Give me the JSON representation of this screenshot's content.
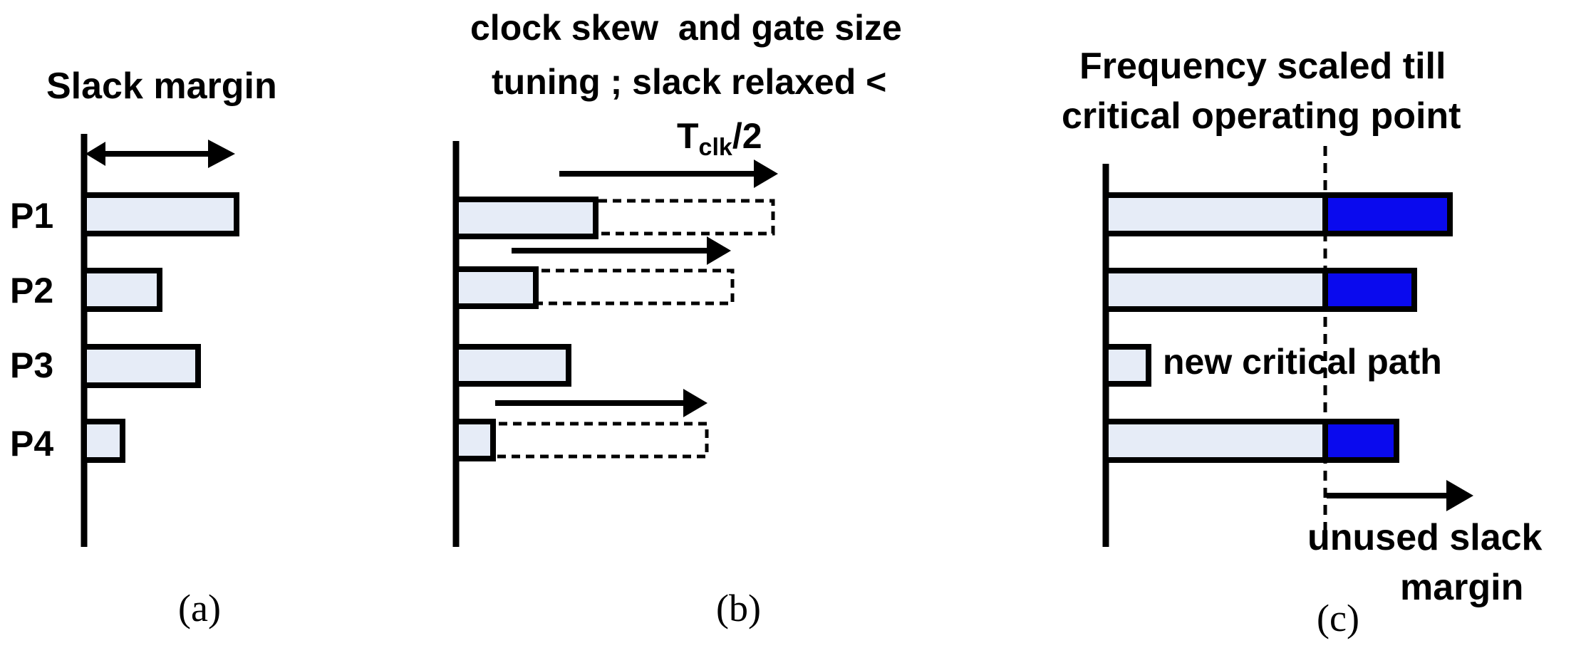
{
  "colors": {
    "bar_fill": "#e6ecf7",
    "slack_fill": "#0a0aee",
    "stroke": "#000000",
    "background": "#ffffff"
  },
  "panel_a": {
    "title": "Slack margin",
    "caption": "(a)",
    "paths": [
      {
        "label": "P1"
      },
      {
        "label": "P2"
      },
      {
        "label": "P3"
      },
      {
        "label": "P4"
      }
    ]
  },
  "panel_b": {
    "title_line1": "clock skew  and gate size",
    "title_line2": "tuning ; slack relaxed <",
    "title_T": "T",
    "title_sub": "clk",
    "title_tail": "/2",
    "caption": "(b)"
  },
  "panel_c": {
    "title_line1": "Frequency scaled till",
    "title_line2": "critical operating point",
    "new_critical_label": "new critical path",
    "unused_line1": "unused slack",
    "unused_line2": "margin",
    "caption": "(c)"
  }
}
